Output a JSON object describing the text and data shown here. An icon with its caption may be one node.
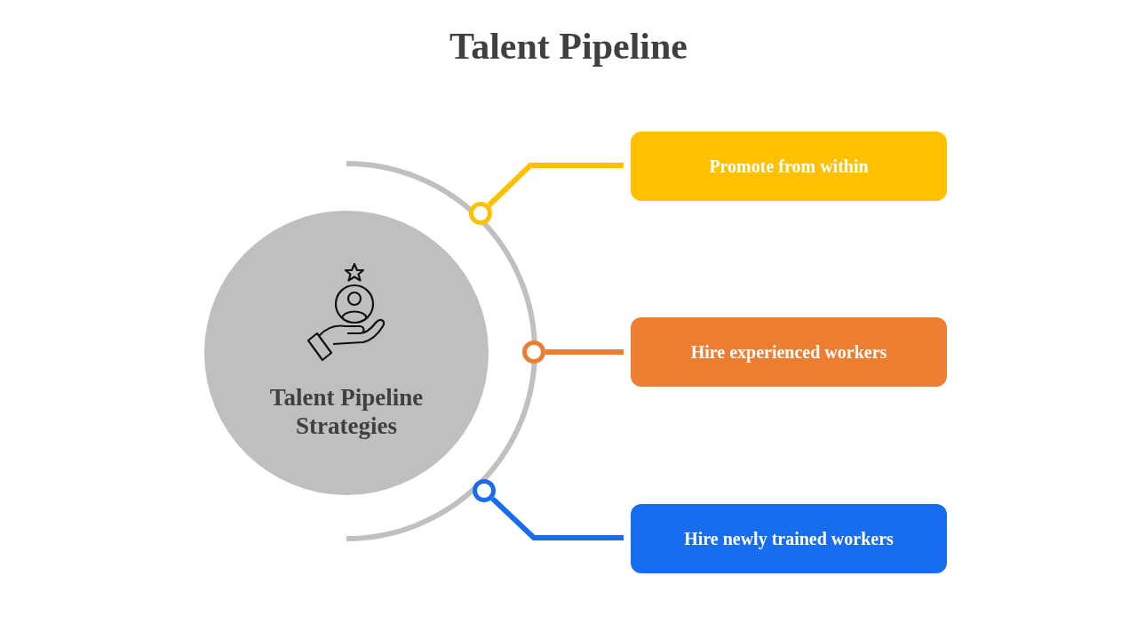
{
  "diagram": {
    "title": "Talent Pipeline",
    "nodes": [
      {
        "text": [
          "Talent Pipeline Strategies"
        ]
      },
      {
        "text": [],
        "shape": "circle"
      },
      {
        "text": [],
        "shape": "circle"
      },
      {
        "text": [],
        "shape": "circle"
      },
      {
        "text": [
          "Promote from within"
        ]
      },
      {
        "text": [
          "Hire experienced workers"
        ]
      },
      {
        "text": [
          "Hire newly trained workers"
        ]
      }
    ],
    "edges": [
      {
        "from": 1,
        "to": 4,
        "arrow": "none",
        "color": "#ffc000"
      },
      {
        "from": 2,
        "to": 5,
        "arrow": "none",
        "color": "#ed7d31"
      },
      {
        "from": 3,
        "to": 6,
        "arrow": "none",
        "color": "#176ded"
      }
    ]
  }
}
